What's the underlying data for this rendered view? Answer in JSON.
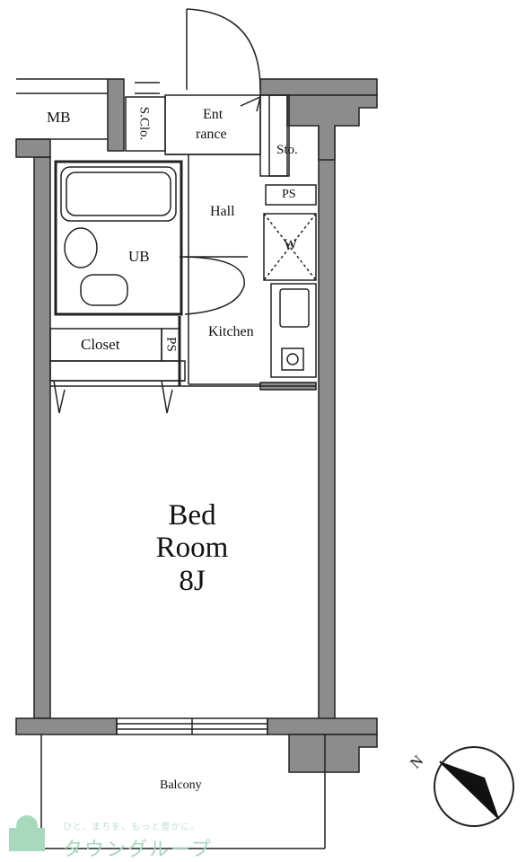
{
  "rooms": {
    "mb": "MB",
    "shoe_closet": "S.Clo.",
    "entrance_line1": "Ent",
    "entrance_line2": "rance",
    "storage": "Sto.",
    "ps_top": "PS",
    "hall": "Hall",
    "washer": "W",
    "unit_bath": "UB",
    "closet": "Closet",
    "ps_side": "PS",
    "kitchen": "Kitchen",
    "bedroom_line1": "Bed",
    "bedroom_line2": "Room",
    "bedroom_line3": "8J",
    "balcony": "Balcony"
  },
  "compass": {
    "label": "N"
  },
  "logo": {
    "tagline": "ひと、まちを、もっと豊かに。",
    "brand": "タウングループ"
  },
  "colors": {
    "wall": "#8c8c8c",
    "wall_stroke": "#222222",
    "logo": "#a9d9bd"
  }
}
